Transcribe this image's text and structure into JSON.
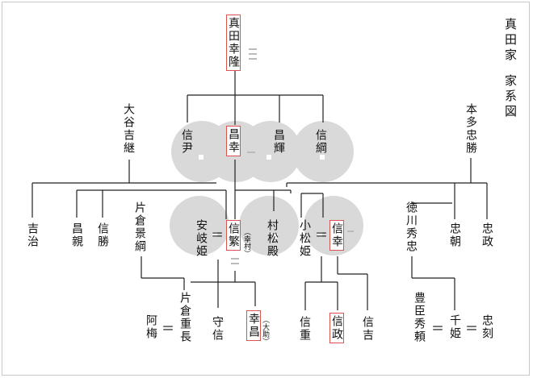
{
  "title": {
    "line1": "真田家",
    "line2": "家系図"
  },
  "people": {
    "yukitaka": "真田幸隆",
    "nobutada": "信尹",
    "masayuki": "昌幸",
    "masateru": "昌輝",
    "nobutsuna": "信綱",
    "otani": "大谷吉継",
    "honda": "本多忠勝",
    "yoshiharu": "吉治",
    "masachika": "昌親",
    "nobukatsu": "信勝",
    "katakura_kagetsuna": "片倉景綱",
    "anikihime": "安岐姫",
    "nobushige": "信繁",
    "nobushige_note": "（幸村）",
    "muramatsu": "村松殿",
    "komatsuhime": "小松姫",
    "nobuyuki": "信幸",
    "tokugawa": "徳川秀忠",
    "tadatomo": "忠朝",
    "tadamasa": "忠政",
    "katakura_shigenaga": "片倉重長",
    "aume": "阿梅",
    "morinobu": "守信",
    "yukimasa": "幸昌",
    "yukimasa_note": "（大助）",
    "nobushige2": "信重",
    "nobumasa": "信政",
    "nobuyoshi": "信吉",
    "toyotomi": "豊臣秀頼",
    "senhime": "千姫",
    "tadatoki": "忠刻"
  },
  "equals": [
    "＝",
    "＝",
    "＝",
    "＝",
    "＝"
  ],
  "colors": {
    "line": "#222222",
    "circle": "#d9d9d9",
    "box": "#d9534f"
  }
}
